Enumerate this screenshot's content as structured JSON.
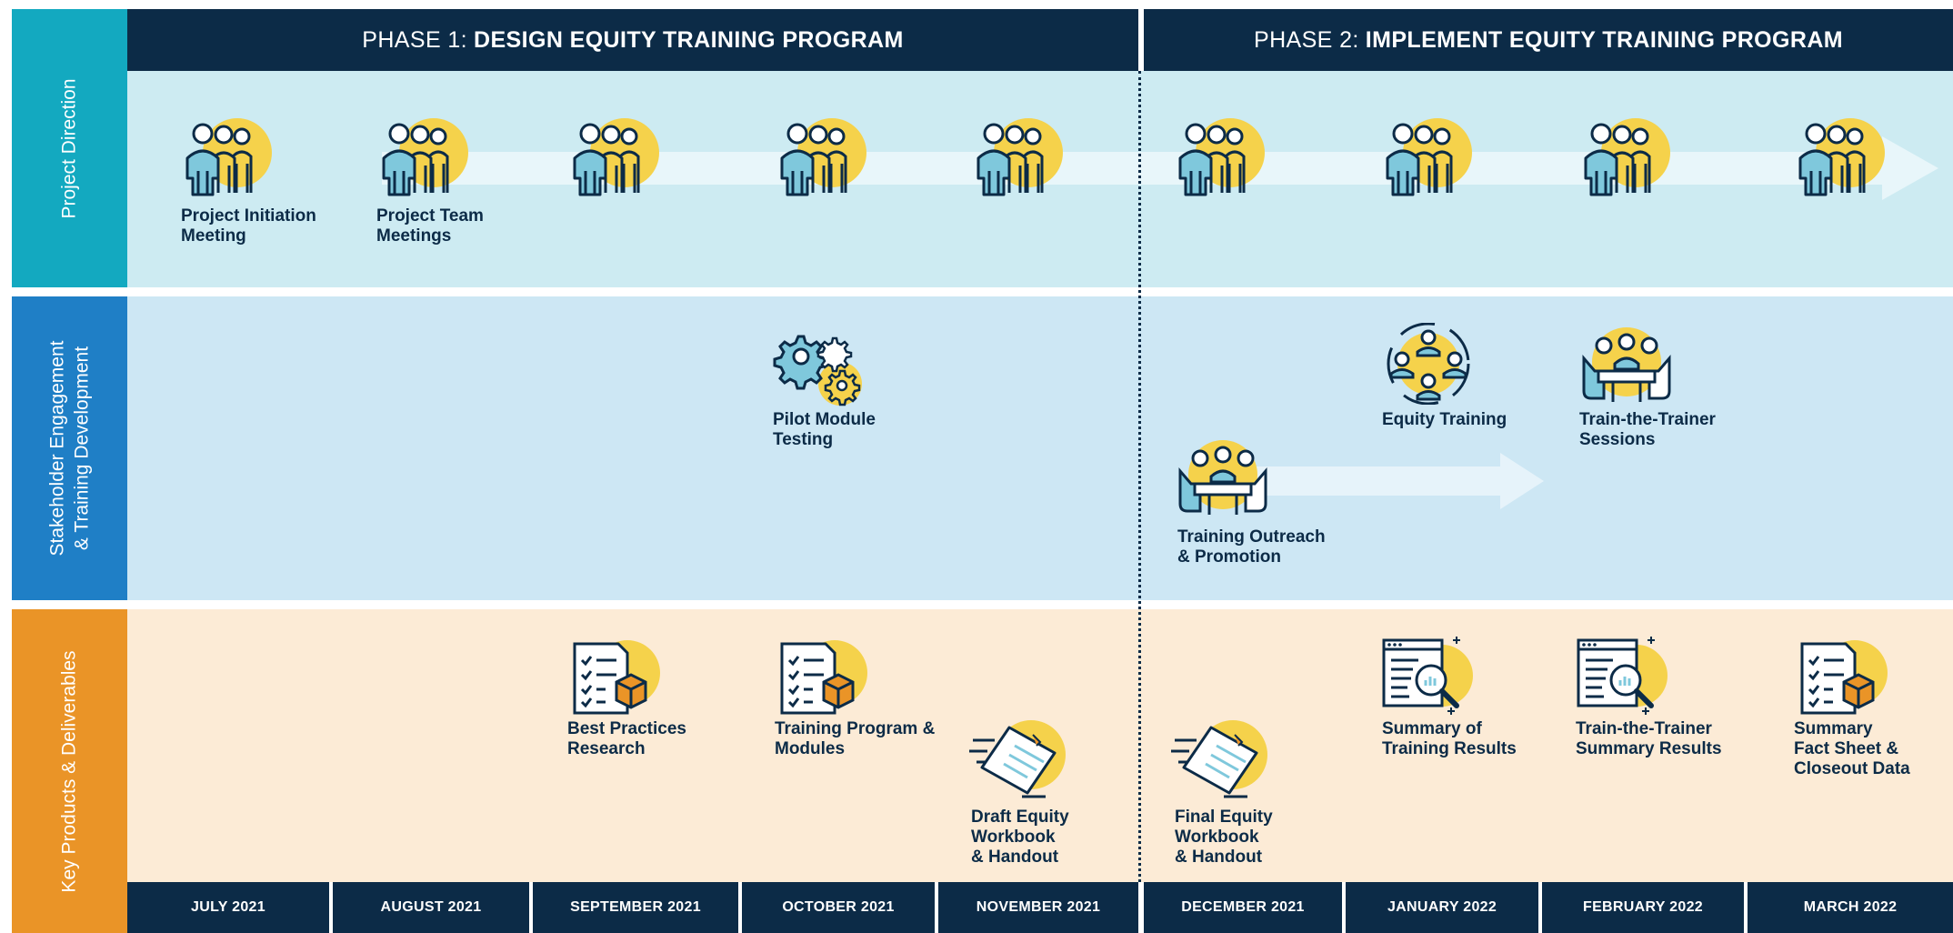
{
  "colors": {
    "navy": "#0c2b47",
    "teal_side": "#13a9c0",
    "blue_side": "#1f7fc6",
    "orange_side": "#ea9427",
    "band_direction": "#cdebf2",
    "band_stakeholder": "#cde7f4",
    "band_deliverables": "#fcebd6",
    "accent_yellow": "#f5d24b",
    "icon_blue": "#7fc8dc"
  },
  "phases": [
    {
      "prefix": "PHASE 1:",
      "title": "DESIGN EQUITY TRAINING PROGRAM"
    },
    {
      "prefix": "PHASE 2:",
      "title": "IMPLEMENT EQUITY TRAINING PROGRAM"
    }
  ],
  "rows": [
    {
      "label_lines": [
        "Project Direction"
      ]
    },
    {
      "label_lines": [
        "Stakeholder Engagement",
        "& Training Development"
      ]
    },
    {
      "label_lines": [
        "Key Products & Deliverables"
      ]
    }
  ],
  "months": [
    "JULY 2021",
    "AUGUST 2021",
    "SEPTEMBER 2021",
    "OCTOBER 2021",
    "NOVEMBER 2021",
    "DECEMBER 2021",
    "JANUARY 2022",
    "FEBRUARY 2022",
    "MARCH 2022"
  ],
  "items": {
    "project_initiation": {
      "lines": [
        "Project Initiation",
        "Meeting"
      ],
      "icon": "team-icon"
    },
    "project_team": {
      "lines": [
        "Project Team",
        "Meetings"
      ],
      "icon": "team-icon"
    },
    "pilot_module": {
      "lines": [
        "Pilot Module",
        "Testing"
      ],
      "icon": "gears-icon"
    },
    "equity_training": {
      "lines": [
        "Equity Training"
      ],
      "icon": "training-circle-icon"
    },
    "train_the_trainer": {
      "lines": [
        "Train-the-Trainer",
        "Sessions"
      ],
      "icon": "meeting-table-icon"
    },
    "training_outreach": {
      "lines": [
        "Training Outreach",
        "& Promotion"
      ],
      "icon": "meeting-table-icon"
    },
    "best_practices": {
      "lines": [
        "Best Practices",
        "Research"
      ],
      "icon": "checklist-box-icon"
    },
    "training_program": {
      "lines": [
        "Training Program &",
        "Modules"
      ],
      "icon": "checklist-box-icon"
    },
    "draft_workbook": {
      "lines": [
        "Draft Equity",
        "Workbook",
        "& Handout"
      ],
      "icon": "flying-document-icon"
    },
    "final_workbook": {
      "lines": [
        "Final Equity",
        "Workbook",
        "& Handout"
      ],
      "icon": "flying-document-icon"
    },
    "summary_training": {
      "lines": [
        "Summary of",
        "Training Results"
      ],
      "icon": "report-magnifier-icon"
    },
    "ttt_summary": {
      "lines": [
        "Train-the-Trainer",
        "Summary Results"
      ],
      "icon": "report-magnifier-icon"
    },
    "summary_fact_sheet": {
      "lines": [
        "Summary",
        "Fact Sheet &",
        "Closeout Data"
      ],
      "icon": "checklist-box-icon"
    }
  }
}
